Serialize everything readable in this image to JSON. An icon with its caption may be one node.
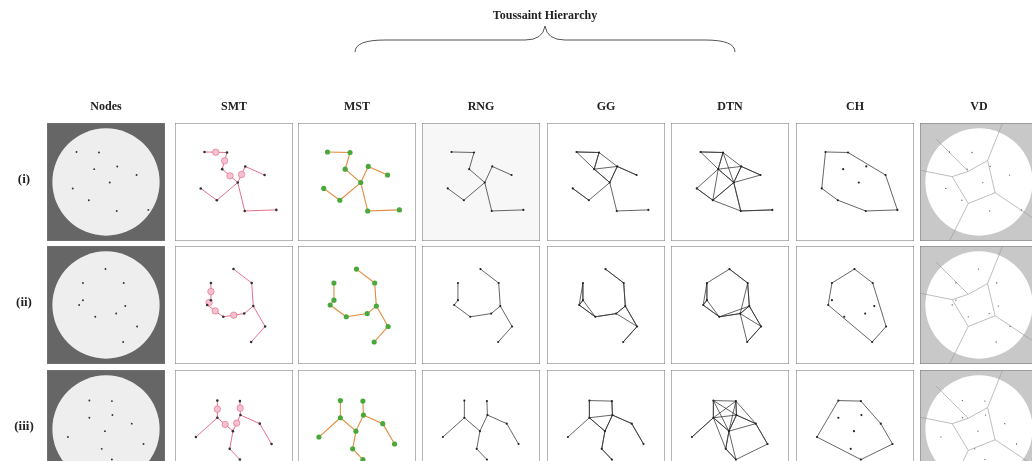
{
  "diagram": {
    "title": "Toussaint Hierarchy",
    "labels": [
      "Nodes",
      "SMT",
      "MST",
      "RNG",
      "GG",
      "DTN",
      "CH",
      "VD",
      "(i)",
      "(ii)",
      "(iii)"
    ]
  }
}
